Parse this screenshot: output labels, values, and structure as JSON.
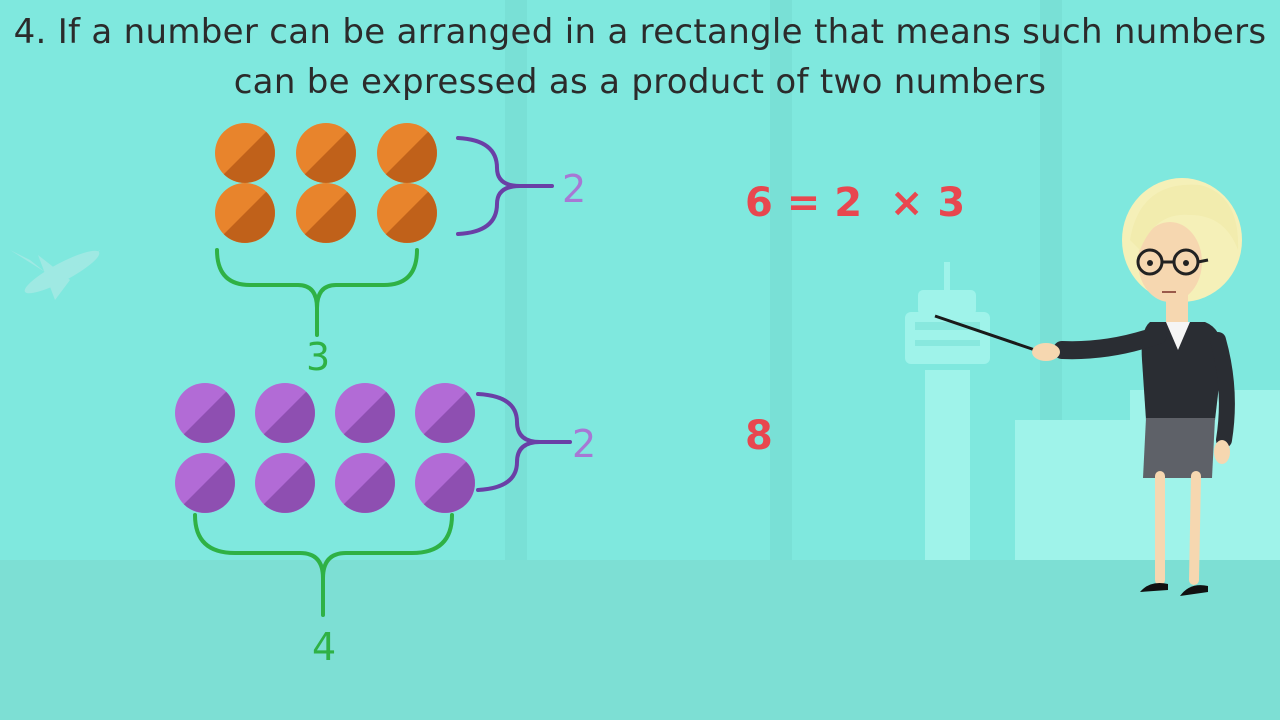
{
  "slide": {
    "title_line1": "4. If a number can be arranged in a rectangle that means such numbers",
    "title_line2": "can be expressed as a product of two numbers"
  },
  "arrangement_6": {
    "rows": 2,
    "cols": 3,
    "rows_label": "2",
    "cols_label": "3",
    "color": "#e8842c",
    "shade": "#c0611a"
  },
  "arrangement_8": {
    "rows": 2,
    "cols": 4,
    "rows_label": "2",
    "cols_label": "4",
    "color": "#b26bd6",
    "shade": "#8e4fb1"
  },
  "equations": {
    "eq1": "6 = 2  × 3",
    "eq2": "8"
  },
  "colors": {
    "background": "#86ece2",
    "brace_green": "#2fb145",
    "brace_purple": "#6a3fa6",
    "label_purple": "#a778d4",
    "equation_red": "#e8474f"
  }
}
